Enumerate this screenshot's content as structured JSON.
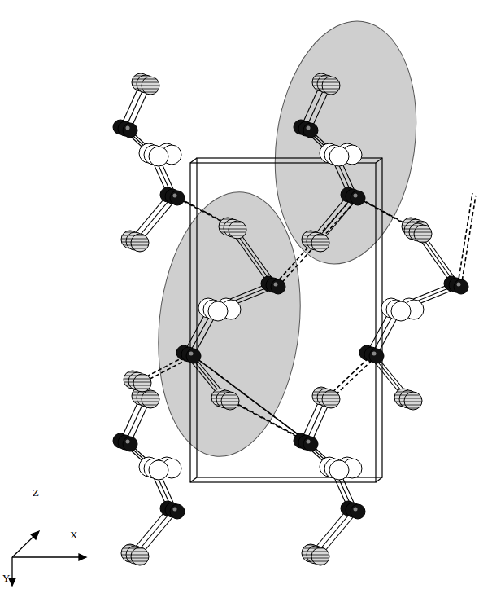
{
  "diagram": {
    "labels": [
      "Z",
      "X",
      "Y"
    ]
  }
}
